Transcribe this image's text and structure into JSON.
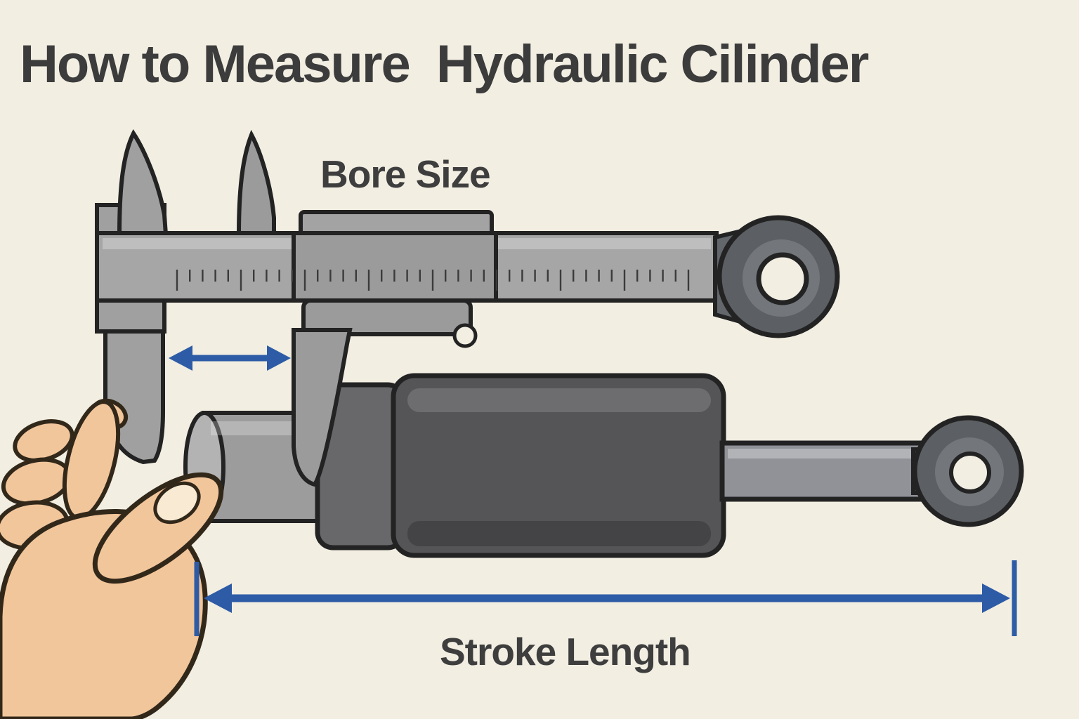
{
  "title": "How to Measure  Hydraulic Cilinder",
  "labels": {
    "bore_size": "Bore Size",
    "stroke_length": "Stroke Length"
  },
  "colors": {
    "background": "#f2eee2",
    "heading_text": "#3c3c3c",
    "arrow_blue": "#2d5ba6",
    "caliper_gray": "#a6a6a6",
    "caliper_slider_gray": "#9b9b9b",
    "cylinder_dark": "#555558",
    "cylinder_collar": "#68686b",
    "rod_gray": "#909298",
    "eye_dark": "#5c5f64",
    "metal_outline": "#232323",
    "skin": "#f2c69b",
    "nail": "#f8ead3",
    "hand_outline": "#32281a"
  }
}
